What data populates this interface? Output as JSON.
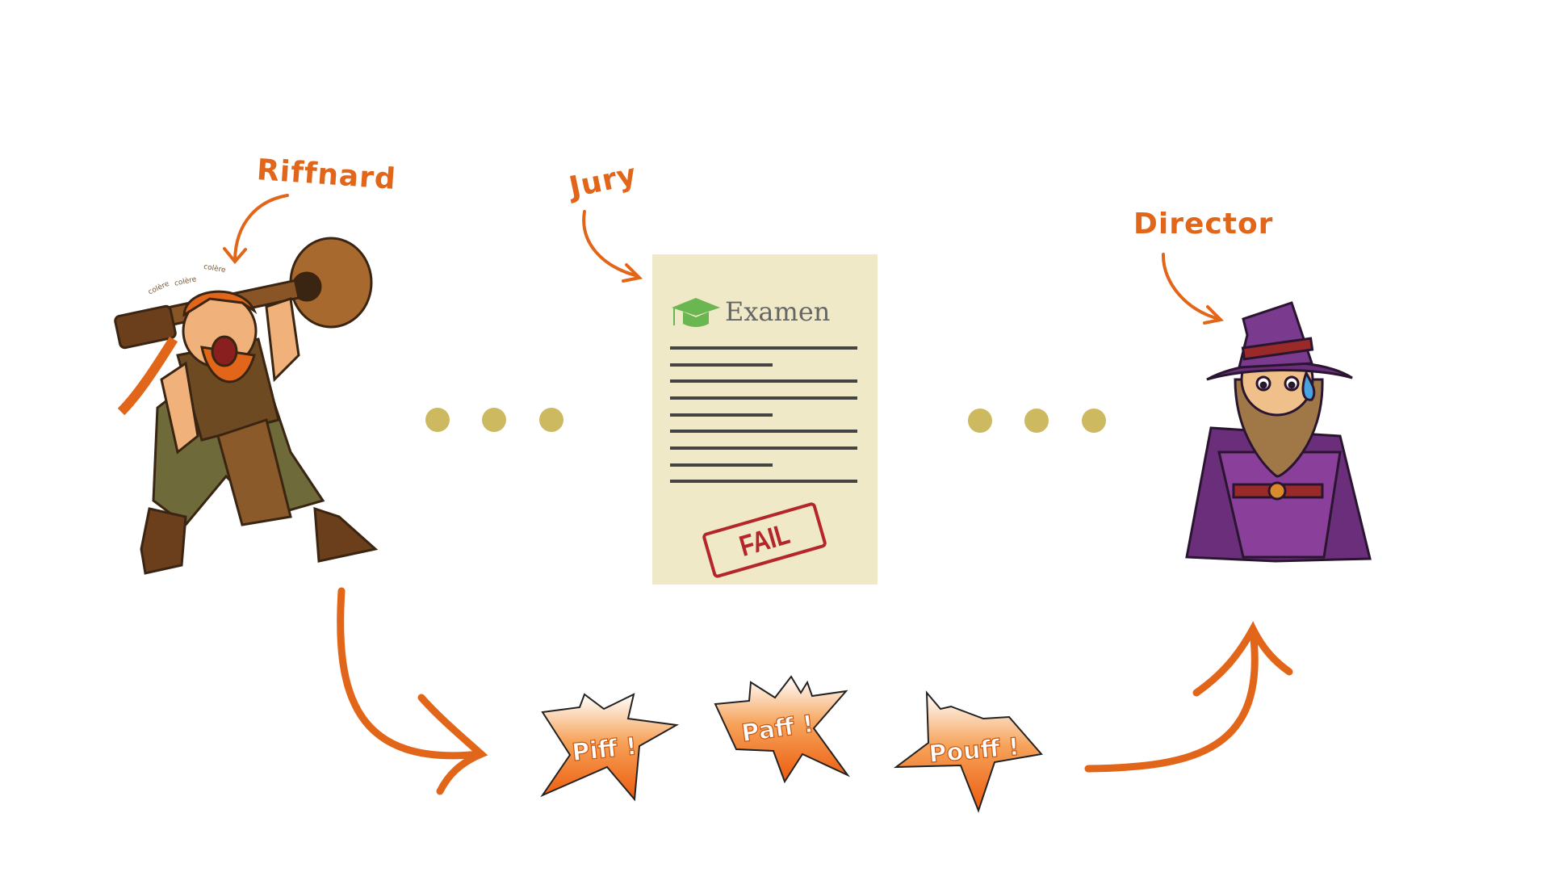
{
  "labels": {
    "riffnard": "Riffnard",
    "jury": "Jury",
    "director": "Director"
  },
  "anger_marks": [
    "colère",
    "colère",
    "colère"
  ],
  "document": {
    "title": "Examen",
    "stamp": "FAIL"
  },
  "sound_effects": [
    "Piff !",
    "Paff !",
    "Pouff !"
  ],
  "colors": {
    "accent": "#e2661a",
    "dots": "#cdb95f",
    "paper": "#efe9c8",
    "stamp": "#b5262b",
    "cap": "#6ab650"
  }
}
